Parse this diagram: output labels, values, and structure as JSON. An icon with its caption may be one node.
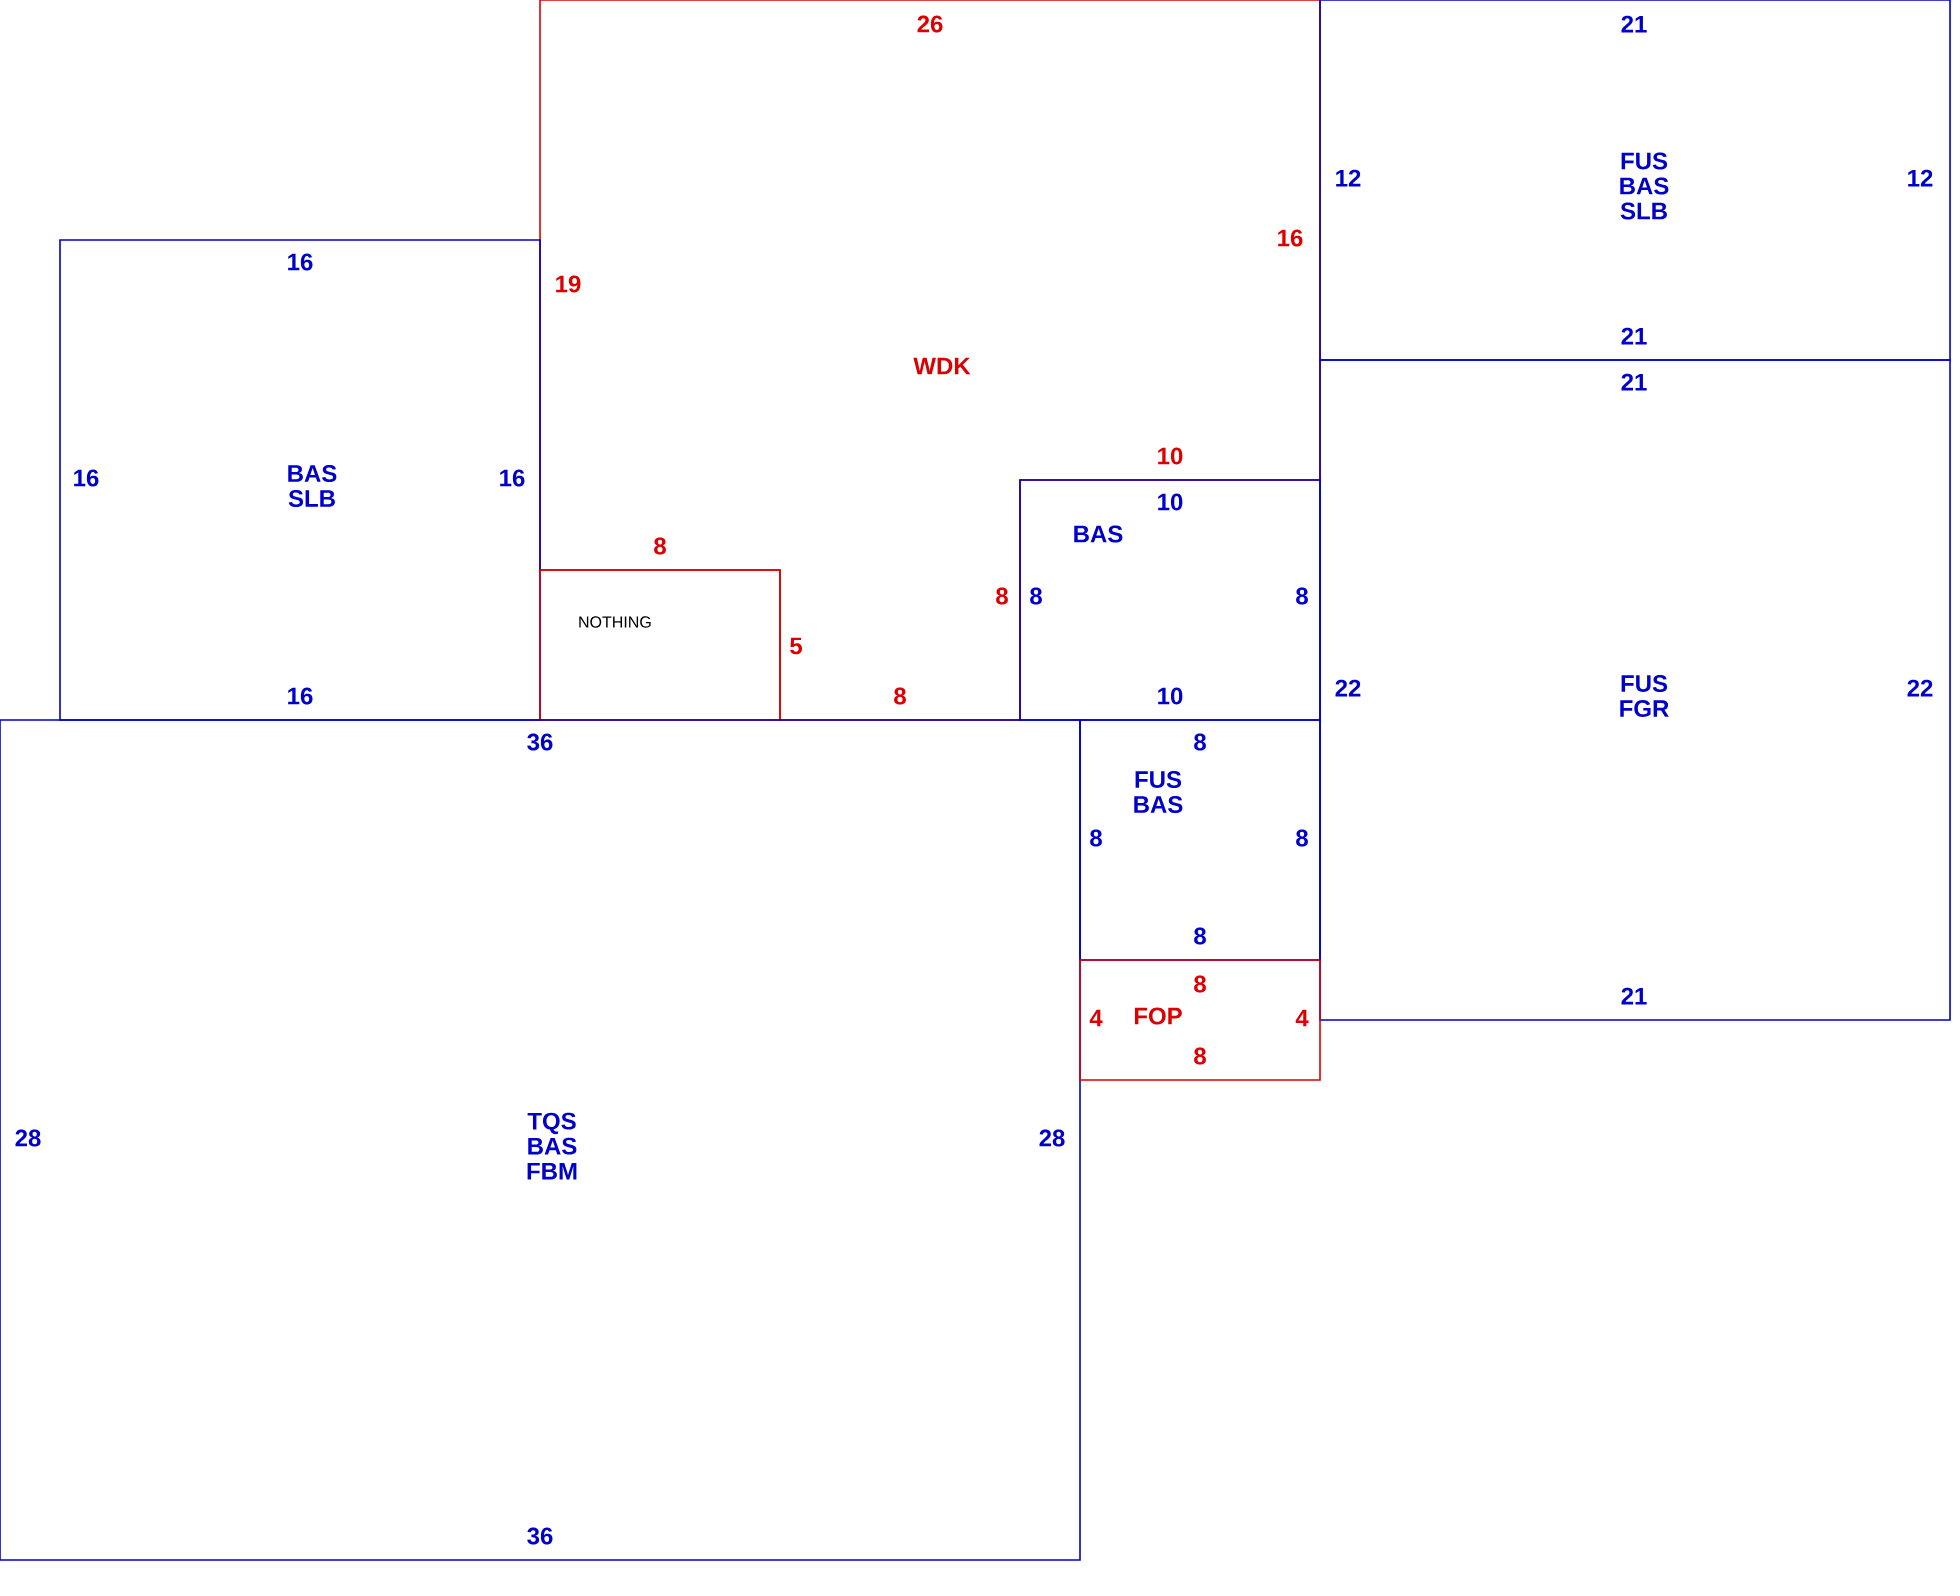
{
  "diagram": {
    "nodes": [
      {
        "text": [
          "WDK",
          "26",
          "19",
          "16",
          "10",
          "8",
          "8",
          "5",
          "8"
        ]
      },
      {
        "text": [
          "FUS BAS SLB",
          "21",
          "12",
          "12",
          "21"
        ]
      },
      {
        "text": [
          "BAS SLB",
          "16",
          "16",
          "16",
          "16"
        ]
      },
      {
        "text": [
          "FUS FGR",
          "21",
          "22",
          "22",
          "21"
        ]
      },
      {
        "text": [
          "BAS",
          "10",
          "8",
          "8",
          "10"
        ]
      },
      {
        "text": [
          "NOTHING"
        ]
      },
      {
        "text": [
          "TQS BAS FBM",
          "36",
          "28",
          "28",
          "36"
        ]
      },
      {
        "text": [
          "FUS BAS",
          "8",
          "8",
          "8",
          "8"
        ]
      },
      {
        "text": [
          "FOP",
          "8",
          "4",
          "4",
          "8"
        ]
      }
    ]
  }
}
